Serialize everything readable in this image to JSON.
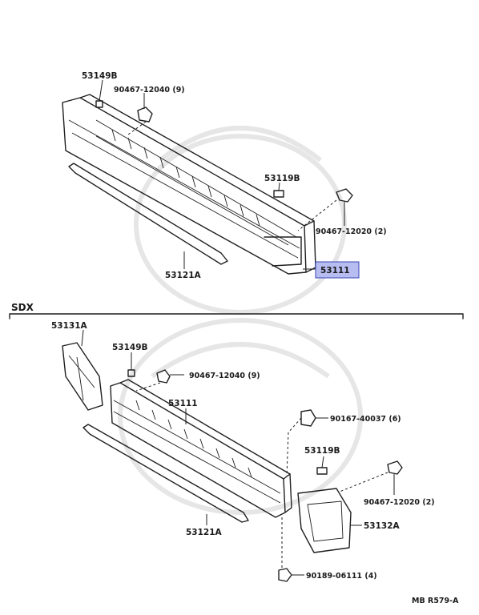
{
  "section_label": "SDX",
  "diagram_ref": "MB R579-A",
  "top": {
    "callouts": [
      "53149B",
      "90467-12040 (9)",
      "53119B",
      "90467-12020 (2)",
      "53121A"
    ],
    "highlighted": "53111"
  },
  "bottom": {
    "callouts": [
      "53131A",
      "53149B",
      "90467-12040 (9)",
      "53111",
      "90167-40037 (6)",
      "53119B",
      "90467-12020 (2)",
      "53132A",
      "53121A",
      "90189-06111 (4)"
    ]
  }
}
